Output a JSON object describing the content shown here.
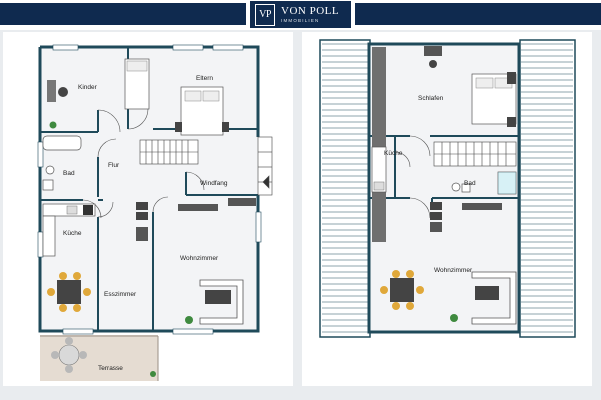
{
  "brand": {
    "mark": "VP",
    "name": "VON POLL",
    "sub": "IMMOBILIEN",
    "color": "#0f2a4f"
  },
  "floorplans": {
    "ground": {
      "rooms": {
        "kinder": "Kinder",
        "eltern": "Eltern",
        "flur": "Flur",
        "bad": "Bad",
        "windfang": "Windfang",
        "kueche": "Küche",
        "wohnzimmer": "Wohnzimmer",
        "esszimmer": "Esszimmer",
        "terrasse": "Terrasse"
      }
    },
    "upper": {
      "rooms": {
        "schlafen": "Schlafen",
        "kueche": "Küche",
        "bad": "Bad",
        "wohnzimmer": "Wohnzimmer"
      }
    }
  },
  "colors": {
    "wall": "#1f4a5a",
    "floor": "#f3f4f6",
    "terrace": "#e5dcd2"
  }
}
